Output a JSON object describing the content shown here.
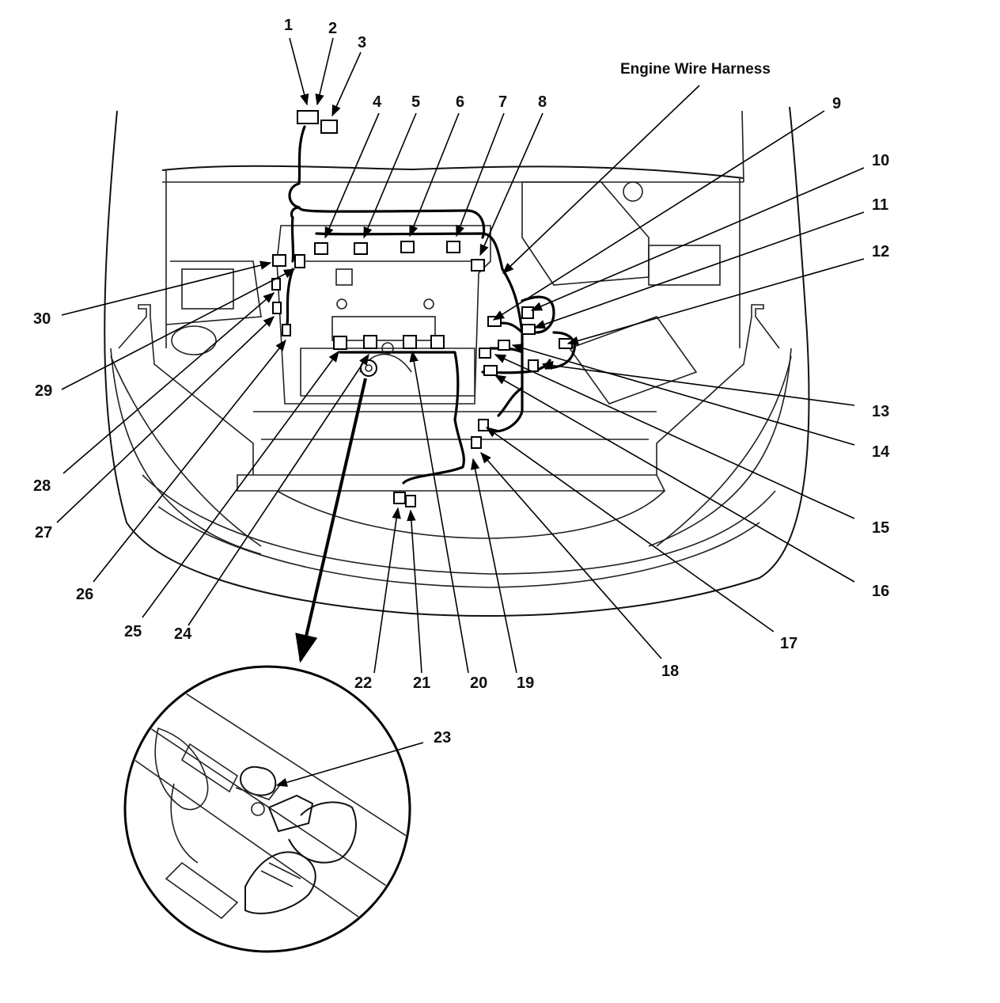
{
  "diagram": {
    "harness_label": "Engine Wire Harness",
    "callouts": [
      "1",
      "2",
      "3",
      "4",
      "5",
      "6",
      "7",
      "8",
      "9",
      "10",
      "11",
      "12",
      "13",
      "14",
      "15",
      "16",
      "17",
      "18",
      "19",
      "20",
      "21",
      "22",
      "23",
      "24",
      "25",
      "26",
      "27",
      "28",
      "29",
      "30"
    ]
  }
}
